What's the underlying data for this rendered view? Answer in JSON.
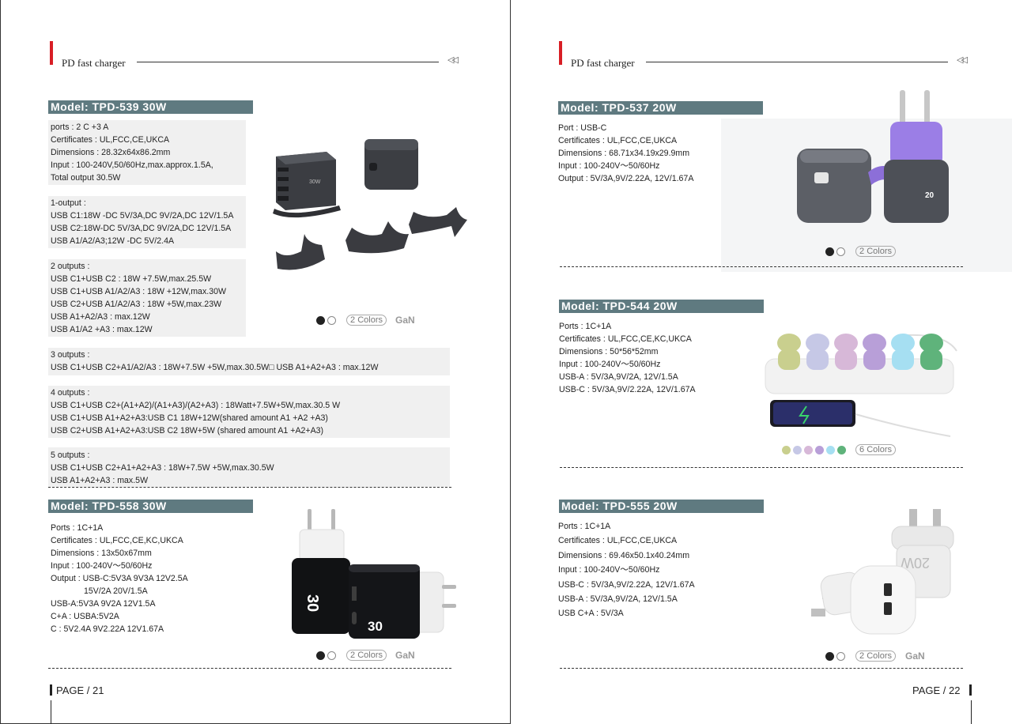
{
  "header_title": "PD fast charger",
  "left_page": {
    "tpd539": {
      "model": "Model: TPD-539  30W",
      "block1": [
        "ports : 2 C +3 A",
        "Certificates : UL,FCC,CE,UKCA",
        "Dimensions : 28.32x64x86.2mm",
        "Input : 100-240V,50/60Hz,max.approx.1.5A,",
        "Total output 30.5W"
      ],
      "block2": [
        "1-output :",
        "USB C1:18W -DC 5V/3A,DC 9V/2A,DC 12V/1.5A",
        "USB C2:18W-DC 5V/3A,DC 9V/2A,DC 12V/1.5A",
        "USB A1/A2/A3;12W -DC 5V/2.4A"
      ],
      "block3": [
        "2 outputs :",
        "USB C1+USB C2 : 18W +7.5W,max.25.5W",
        "USB C1+USB A1/A2/A3 : 18W +12W,max.30W",
        "USB C2+USB A1/A2/A3 : 18W +5W,max.23W",
        "USB A1+A2/A3 : max.12W",
        "USB A1/A2 +A3 : max.12W"
      ],
      "block4": [
        "3 outputs :",
        "USB C1+USB C2+A1/A2/A3 : 18W+7.5W +5W,max.30.5W□   USB A1+A2+A3 : max.12W"
      ],
      "block5": [
        "4 outputs :",
        "USB C1+USB C2+(A1+A2)/(A1+A3)/(A2+A3) : 18Watt+7.5W+5W,max.30.5 W",
        "USB C1+USB A1+A2+A3:USB C1 18W+12W(shared amount A1 +A2 +A3)",
        "USB C2+USB A1+A2+A3:USB C2 18W+5W (shared amount A1 +A2+A3)"
      ],
      "block6": [
        "5 outputs :",
        "USB C1+USB C2+A1+A2+A3 : 18W+7.5W +5W,max.30.5W",
        "USB A1+A2+A3 : max.5W"
      ],
      "colors": "2 Colors",
      "gan": "GaN",
      "device_label": "30W"
    },
    "tpd558": {
      "model": "Model: TPD-558 30W",
      "lines": [
        "Ports : 1C+1A",
        "Certificates : UL,FCC,CE,KC,UKCA",
        "Dimensions : 13x50x67mm",
        "Input : 100-240V～50/60Hz",
        "Output : USB-C:5V3A 9V3A 12V2.5A",
        "15V/2A 20V/1.5A",
        "USB-A:5V3A 9V2A 12V1.5A",
        "C+A : USBA:5V2A",
        "C : 5V2.4A 9V2.22A 12V1.67A"
      ],
      "colors": "2 Colors",
      "gan": "GaN",
      "display_a": "30",
      "display_b": "30"
    },
    "page_label": "PAGE",
    "page_num": "21"
  },
  "right_page": {
    "tpd537": {
      "model": "Model: TPD-537 20W",
      "lines": [
        "Port : USB-C",
        "Certificates : UL,FCC,CE,UKCA",
        "Dimensions : 68.71x34.19x29.9mm",
        "Input : 100-240V～50/60Hz",
        "Output : 5V/3A,9V/2.22A, 12V/1.67A"
      ],
      "colors": "2 Colors",
      "display": "20"
    },
    "tpd544": {
      "model": "Model: TPD-544  20W",
      "lines": [
        "Ports : 1C+1A",
        "Certificates : UL,FCC,CE,KC,UKCA",
        "Dimensions : 50*56*52mm",
        "Input : 100-240V～50/60Hz",
        "USB-A : 5V/3A,9V/2A, 12V/1.5A",
        "USB-C : 5V/3A,9V/2.22A, 12V/1.67A"
      ],
      "colors": "6 Colors",
      "swatches": [
        "#c9cf8e",
        "#c6c8e6",
        "#d7b8d8",
        "#b89fd8",
        "#a6dff2",
        "#5fb37b"
      ]
    },
    "tpd555": {
      "model": "Model: TPD-555 20W",
      "lines": [
        "Ports : 1C+1A",
        "Certificates : UL,FCC,CE,UKCA",
        "Dimensions : 69.46x50.1x40.24mm",
        "Input : 100-240V～50/60Hz",
        "USB-C : 5V/3A,9V/2.22A, 12V/1.67A",
        "USB-A : 5V/3A,9V/2A, 12V/1.5A",
        "USB C+A : 5V/3A"
      ],
      "colors": "2 Colors",
      "gan": "GaN",
      "device_label": "20W"
    },
    "page_label": "PAGE",
    "page_num": "22"
  },
  "colors": {
    "accent_red": "#d81e25",
    "model_bar": "#5f7a80",
    "dark_swatch": "#222222"
  }
}
